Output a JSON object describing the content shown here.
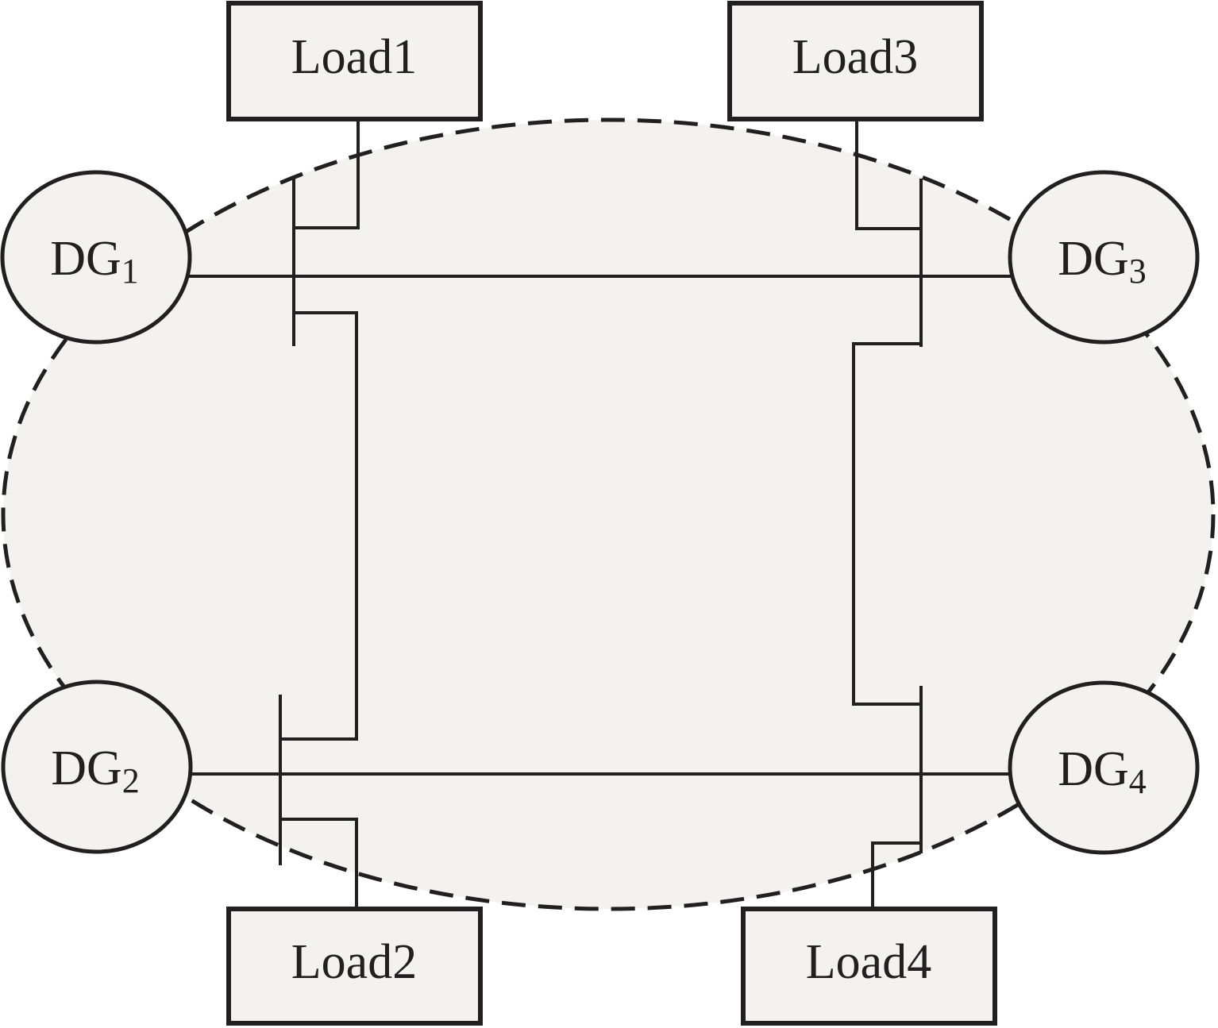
{
  "loads": [
    {
      "id": "load1",
      "label": "Load1"
    },
    {
      "id": "load2",
      "label": "Load2"
    },
    {
      "id": "load3",
      "label": "Load3"
    },
    {
      "id": "load4",
      "label": "Load4"
    }
  ],
  "generators": [
    {
      "id": "dg1",
      "base": "DG",
      "sub": "1"
    },
    {
      "id": "dg2",
      "base": "DG",
      "sub": "2"
    },
    {
      "id": "dg3",
      "base": "DG",
      "sub": "3"
    },
    {
      "id": "dg4",
      "base": "DG",
      "sub": "4"
    }
  ],
  "colors": {
    "line": "#231f20",
    "fill": "#f3f2f1",
    "background": "#ffffff"
  }
}
